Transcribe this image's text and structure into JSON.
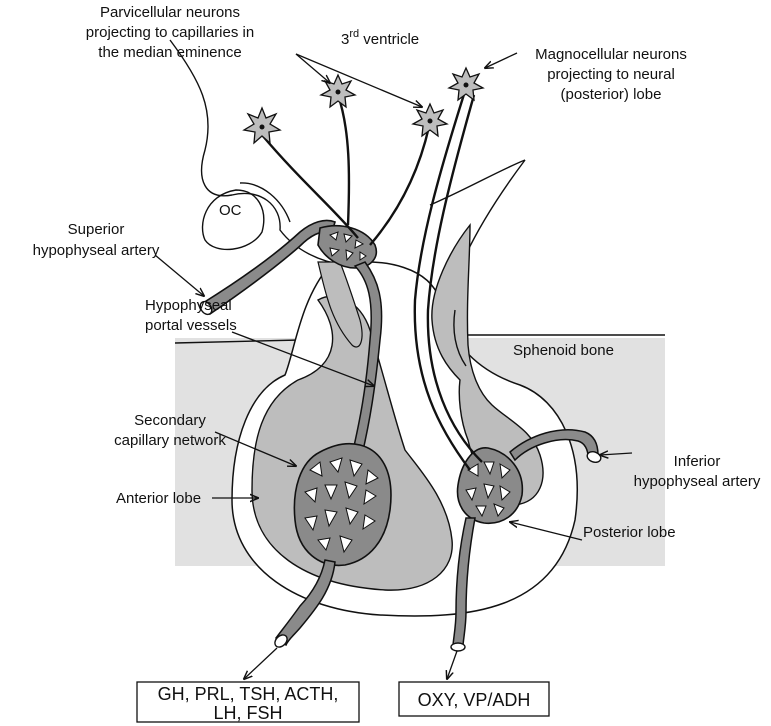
{
  "labels": {
    "parvicellular_1": "Parvicellular neurons",
    "parvicellular_2": "projecting to capillaries in",
    "parvicellular_3": "the median eminence",
    "ventricle_num": "3",
    "ventricle_sup": "rd",
    "ventricle_word": " ventricle",
    "magnocellular_1": "Magnocellular neurons",
    "magnocellular_2": "projecting to neural",
    "magnocellular_3": "(posterior) lobe",
    "oc": "OC",
    "superior_artery_1": "Superior",
    "superior_artery_2": "hypophyseal artery",
    "portal_vessels_1": "Hypophyseal",
    "portal_vessels_2": "portal vessels",
    "sphenoid_bone": "Sphenoid bone",
    "secondary_capillary_1": "Secondary",
    "secondary_capillary_2": "capillary network",
    "anterior_lobe": "Anterior lobe",
    "inferior_artery_1": "Inferior",
    "inferior_artery_2": "hypophyseal artery",
    "posterior_lobe": "Posterior lobe",
    "anterior_hormones_1": "GH, PRL, TSH, ACTH,",
    "anterior_hormones_2": "LH, FSH",
    "posterior_hormones": "OXY, VP/ADH"
  },
  "colors": {
    "bone": "#e1e1e1",
    "tissue": "#bdbdbd",
    "vessel": "#8a8a8a",
    "line": "#111111"
  }
}
